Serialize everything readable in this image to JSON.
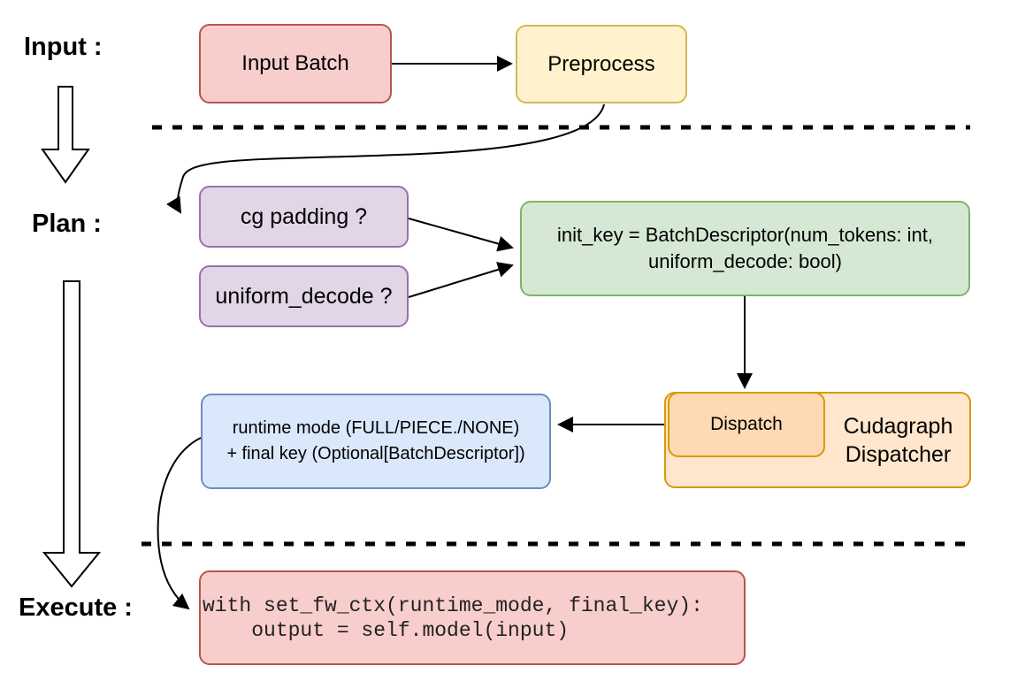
{
  "title": "Cudagraph dispatch flow diagram",
  "sections": {
    "input_label": "Input :",
    "plan_label": "Plan :",
    "execute_label": "Execute :"
  },
  "nodes": {
    "input_batch": {
      "label": "Input Batch"
    },
    "preprocess": {
      "label": "Preprocess"
    },
    "cg_padding": {
      "label": "cg padding ?"
    },
    "uniform_decode": {
      "label": "uniform_decode ?"
    },
    "init_key": {
      "line1": "init_key = BatchDescriptor(num_tokens: int,",
      "line2": "uniform_decode: bool)"
    },
    "dispatch": {
      "label": "Dispatch"
    },
    "cudagraph_dispatcher": {
      "line1": "Cudagraph",
      "line2": "Dispatcher"
    },
    "runtime_mode": {
      "line1": "runtime mode (FULL/PIECE./NONE)",
      "line2": "+ final key (Optional[BatchDescriptor])"
    },
    "execute_code": {
      "line1": "with set_fw_ctx(runtime_mode, final_key):",
      "line2": "    output = self.model(input)"
    }
  },
  "colors": {
    "red_fill": "#f8cecc",
    "red_stroke": "#b85450",
    "yellow_fill": "#fff2cc",
    "yellow_stroke": "#d6b656",
    "purple_fill": "#e1d5e7",
    "purple_stroke": "#9673a6",
    "green_fill": "#d5e8d4",
    "green_stroke": "#82b366",
    "orange_fill": "#ffe6cc",
    "orange_inner_fill": "#ffd9b3",
    "orange_stroke": "#d79b00",
    "blue_fill": "#dae8fc",
    "blue_stroke": "#6c8ebf",
    "line_color": "#000000"
  }
}
